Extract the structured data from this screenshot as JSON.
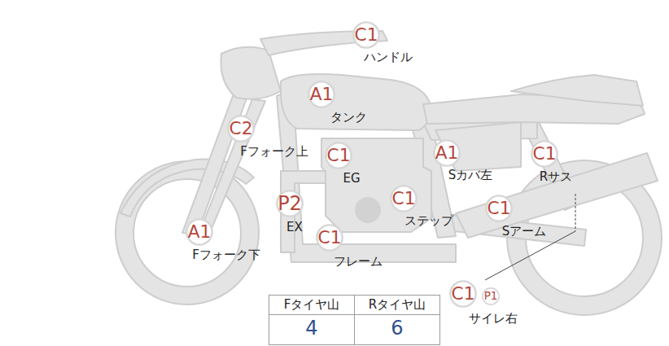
{
  "diagram": {
    "nodes": [
      {
        "text": [
          "C1"
        ]
      },
      {
        "text": [
          "A1"
        ]
      },
      {
        "text": [
          "C2"
        ]
      },
      {
        "text": [
          "C1"
        ]
      },
      {
        "text": [
          "A1"
        ]
      },
      {
        "text": [
          "C1"
        ]
      },
      {
        "text": [
          "P2"
        ]
      },
      {
        "text": [
          "C1"
        ]
      },
      {
        "text": [
          "C1"
        ]
      },
      {
        "text": [
          "A1"
        ]
      },
      {
        "text": [
          "C1"
        ]
      },
      {
        "text": [
          "C1"
        ]
      },
      {
        "text": [
          "P1"
        ]
      }
    ],
    "labels": [
      "ハンドル",
      "タンク",
      "Fフォーク上",
      "EG",
      "Sカバ左",
      "Rサス",
      "EX",
      "ステップ",
      "Sアーム",
      "Fフォーク下",
      "フレーム",
      "サイレ右",
      "Fタイヤ山",
      "Rタイヤ山",
      "4",
      "6"
    ]
  }
}
